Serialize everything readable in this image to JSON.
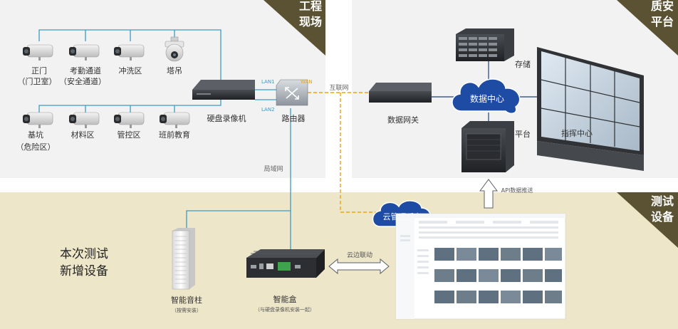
{
  "zones": {
    "site": [
      "工程",
      "现场"
    ],
    "platform": [
      "质安",
      "平台"
    ],
    "test": [
      "测试",
      "设备"
    ]
  },
  "cameras": {
    "c1": [
      "正门",
      "（门卫室）"
    ],
    "c2": [
      "考勤通道",
      "（安全通道）"
    ],
    "c3": [
      "冲洗区"
    ],
    "c4": [
      "塔吊"
    ],
    "c5": [
      "基坑",
      "（危险区）"
    ],
    "c6": [
      "材料区"
    ],
    "c7": [
      "管控区"
    ],
    "c8": [
      "班前教育"
    ]
  },
  "devices": {
    "nvr": "硬盘录像机",
    "router": "路由器",
    "gateway": "数据网关",
    "storage": "存储",
    "datacenter": "数据中心",
    "platform": "平台",
    "command": "指挥中心",
    "cloud": "云管理后台",
    "speaker": "智能音柱",
    "speaker_note": "（按需安装）",
    "smartbox": "智能盒",
    "smartbox_note": "（与硬盘录像机安装一起）"
  },
  "links": {
    "lan1": "LAN1",
    "lan2": "LAN2",
    "wan": "WAN",
    "internet": "互联网",
    "lan": "局域网",
    "api": "API数据推送",
    "edge": "云边联动"
  },
  "newdev": [
    "本次测试",
    "新增设备"
  ],
  "colors": {
    "zone_top": "#f2f2f2",
    "zone_bottom": "#ede6c9",
    "corner": "#5a5232",
    "cloud": "#1e4ba3",
    "line_blue": "#3c9bc4",
    "line_orange": "#e8a317"
  }
}
